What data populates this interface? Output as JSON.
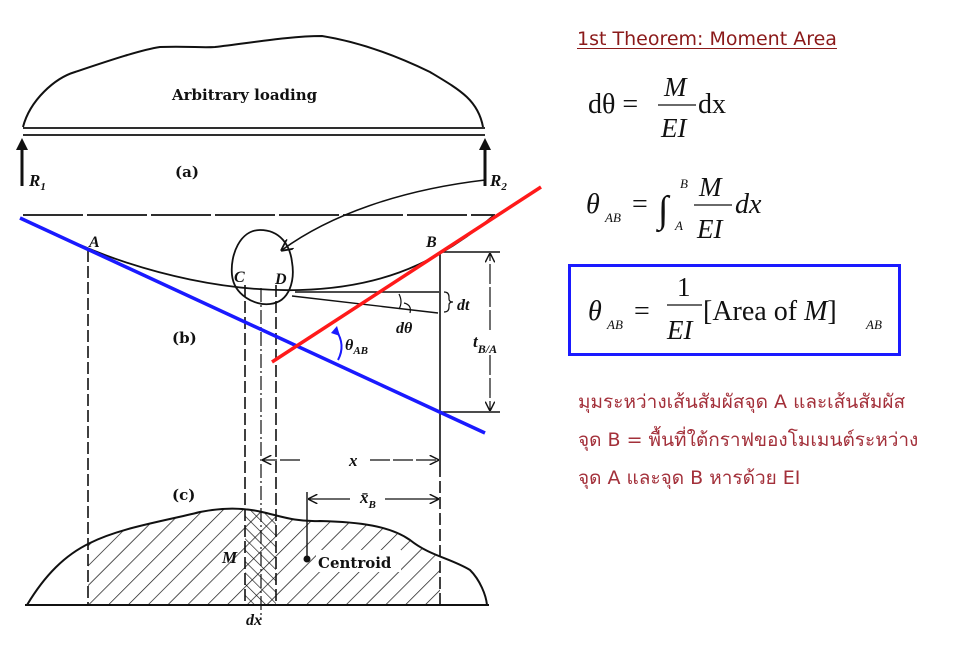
{
  "title": "1st Theorem: Moment Area",
  "diagram": {
    "loading_label": "Arbitrary loading",
    "reaction_left": "R",
    "reaction_left_sub": "1",
    "reaction_right": "R",
    "reaction_right_sub": "2",
    "part_a": "(a)",
    "part_b": "(b)",
    "part_c": "(c)",
    "point_a": "A",
    "point_b": "B",
    "point_c": "C",
    "point_d": "D",
    "dt": "dt",
    "dtheta": "dθ",
    "theta_ab": "θ",
    "theta_ab_sub": "AB",
    "t_ba": "t",
    "t_ba_sub": "B/A",
    "x": "x",
    "xbar": "x̄",
    "xbar_sub": "B",
    "moment": "M",
    "centroid": "Centroid",
    "dx": "dx",
    "tangent_a_color": "#1a1aff",
    "tangent_b_color": "#ff1a1a"
  },
  "equations": {
    "eq1": {
      "lhs": "dθ",
      "eq": "=",
      "num": "M",
      "den": "EI",
      "tail": "dx"
    },
    "eq2": {
      "lhs": "θ",
      "lhs_sub": "AB",
      "eq": "=",
      "integral": "∫",
      "upper": "B",
      "lower": "A",
      "num": "M",
      "den": "EI",
      "tail": "dx"
    },
    "eq3": {
      "lhs": "θ",
      "lhs_sub": "AB",
      "eq": "=",
      "num": "1",
      "den": "EI",
      "bracket": "[Area of ",
      "bracket_m": "M",
      "bracket_close": "]",
      "sub": "AB",
      "box_color": "#1a1aff"
    }
  },
  "description_lines": [
    "มุมระหว่างเส้นสัมผัสจุด A และเส้นสัมผัส",
    "จุด B  = พื้นที่ใต้กราฟของโมเมนต์ระหว่าง",
    "จุด A และจุด B หารด้วย EI"
  ]
}
